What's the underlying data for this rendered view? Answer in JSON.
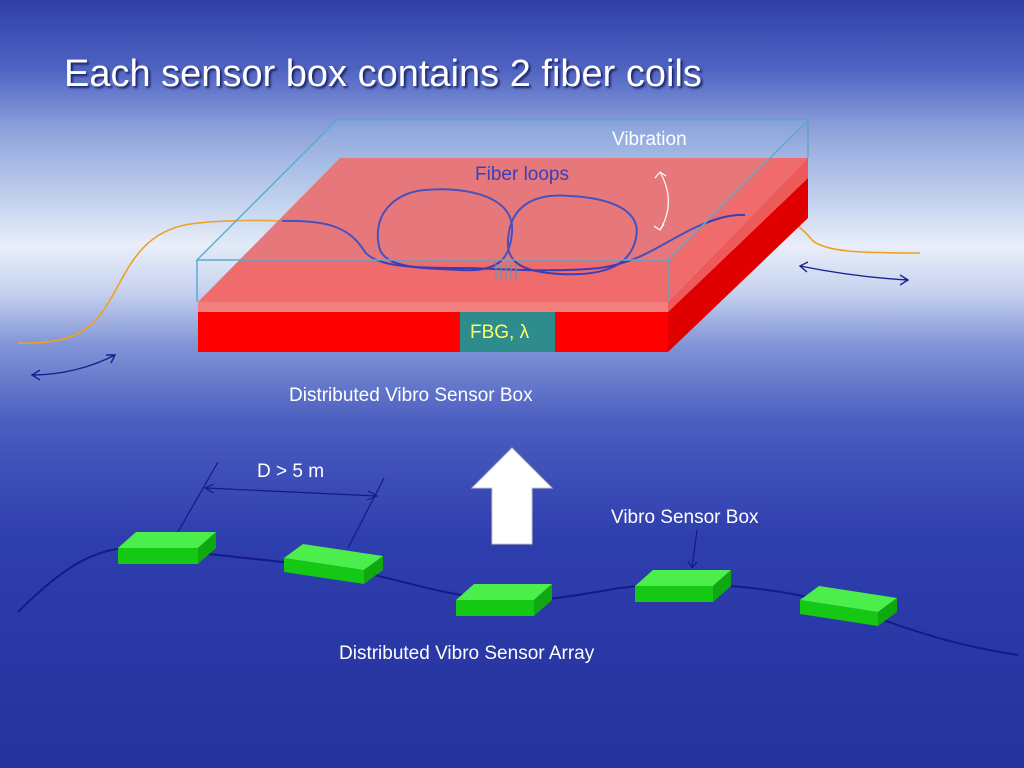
{
  "title": "Each sensor box contains 2 fiber coils",
  "labels": {
    "vibration": "Vibration",
    "fiber_loops": "Fiber loops",
    "fbg": "FBG, λ",
    "box_caption": "Distributed Vibro Sensor Box",
    "distance": "D > 5 m",
    "vibro_sensor_box": "Vibro Sensor Box",
    "array_caption": "Distributed Vibro Sensor Array"
  },
  "colors": {
    "box_top": "#f06b6b",
    "box_side": "#ff0000",
    "glass_edge": "#5aa6c8",
    "fiber": "#3a3fb8",
    "lead_fiber": "#f0a020",
    "fbg_patch": "#2e8c8c",
    "sensor_green": "#22dd22",
    "arrow_fill": "#ffffff"
  }
}
